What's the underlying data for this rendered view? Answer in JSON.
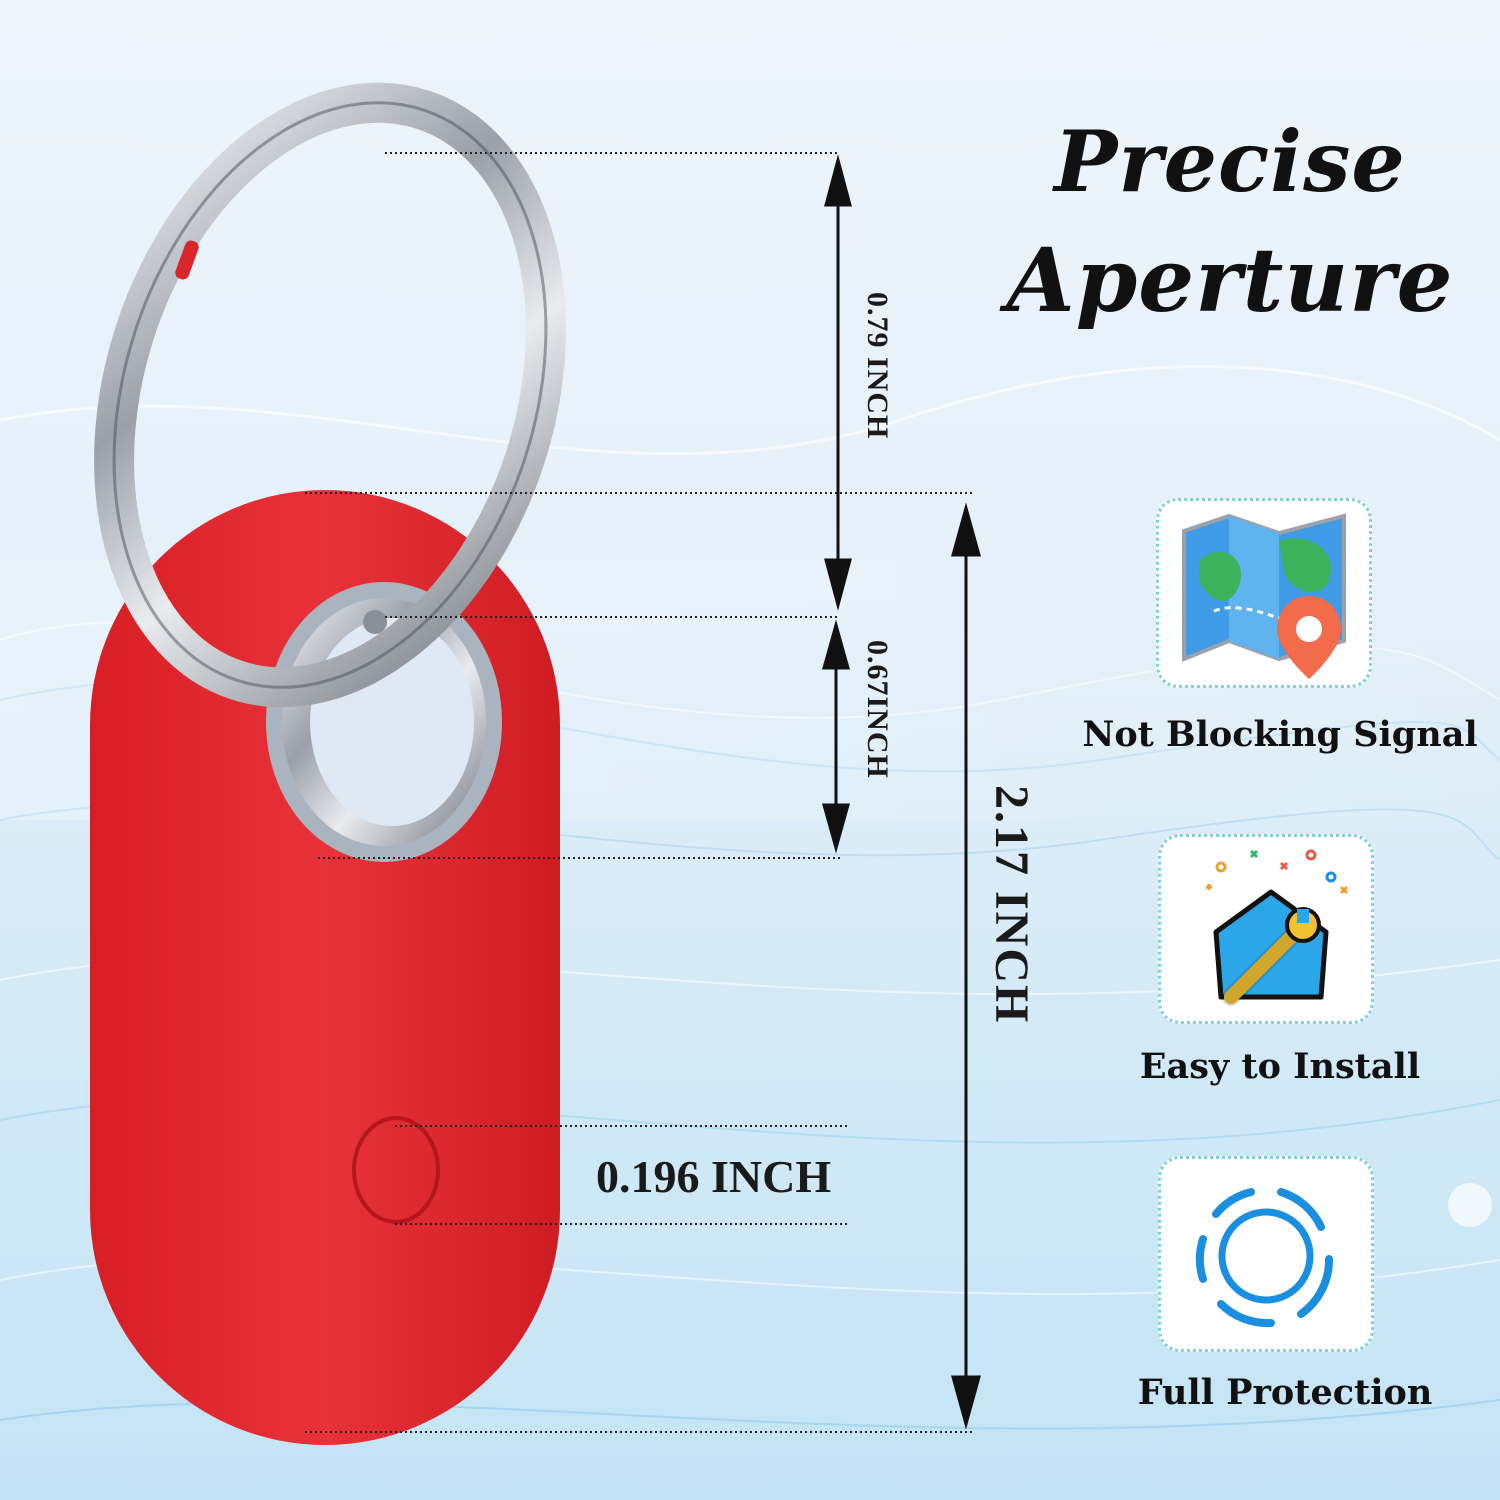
{
  "headline": {
    "line1": "Precise",
    "line2": "Aperture"
  },
  "dimensions": {
    "ring_outer": "0.79 INCH",
    "ring_hole": "0.67INCH",
    "total_height": "2.17 INCH",
    "button": "0.196 INCH"
  },
  "features": [
    {
      "label": "Not Blocking Signal",
      "icon": "map-location-pin-icon"
    },
    {
      "label": "Easy to Install",
      "icon": "house-wrench-icon"
    },
    {
      "label": "Full Protection",
      "icon": "protection-rings-icon"
    }
  ],
  "colors": {
    "case_red": "#e0252b",
    "card_border": "#7fd3d8",
    "ring_silver": "#c9ccd2",
    "accent_blue": "#1a8fe0"
  }
}
